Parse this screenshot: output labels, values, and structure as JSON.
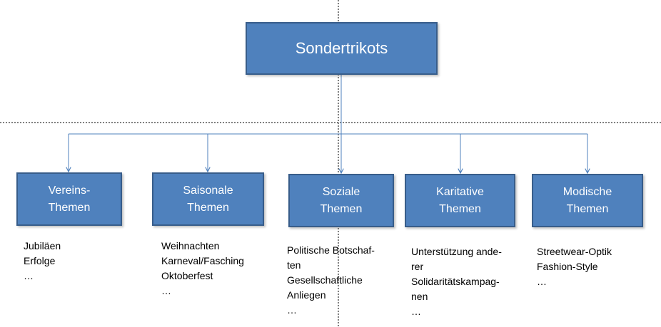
{
  "diagram": {
    "root": {
      "label": "Sondertrikots"
    },
    "children": [
      {
        "label": "Vereins-\nThemen",
        "items": [
          "Jubiläen",
          "Erfolge",
          "…"
        ]
      },
      {
        "label": "Saisonale\nThemen",
        "items": [
          "Weihnachten",
          "Karneval/Fasching",
          "Oktoberfest",
          "…"
        ]
      },
      {
        "label": "Soziale\nThemen",
        "items": [
          "Politische Botschaf-",
          "ten",
          "Gesellschaftliche",
          "Anliegen",
          "…"
        ]
      },
      {
        "label": "Karitative\nThemen",
        "items": [
          "Unterstützung ande-",
          "rer",
          "Solidaritätskampag-",
          "nen",
          "…"
        ]
      },
      {
        "label": "Modische\nThemen",
        "items": [
          "Streetwear-Optik",
          "Fashion-Style",
          "…"
        ]
      }
    ]
  },
  "colors": {
    "box_fill": "#4f81bd",
    "box_border": "#385d8a",
    "connector": "#4f81bd",
    "guide": "#000000"
  }
}
